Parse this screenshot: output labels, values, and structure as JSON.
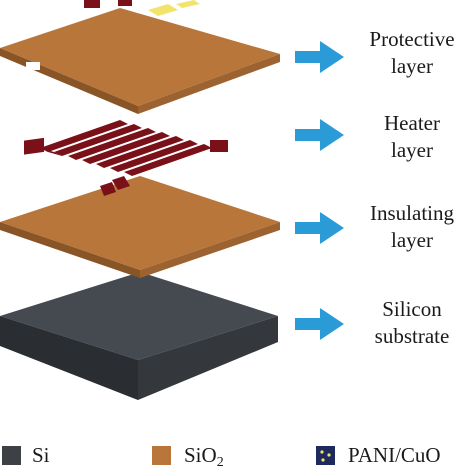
{
  "layers": [
    {
      "id": "protective",
      "line1": "Protective",
      "line2": "layer"
    },
    {
      "id": "heater",
      "line1": "Heater",
      "line2": "layer"
    },
    {
      "id": "insulating",
      "line1": "Insulating",
      "line2": "layer"
    },
    {
      "id": "silicon",
      "line1": "Silicon",
      "line2": "substrate"
    }
  ],
  "legend": {
    "si": "Si",
    "sio2_base": "SiO",
    "sio2_sub": "2",
    "pani_cuo": "PANI/CuO"
  },
  "colors": {
    "sio2": "#b8763a",
    "silicon": "#3d4146",
    "heater": "#7a1018",
    "pani_cuo": "#f2e46a",
    "arrow": "#2b9bd8"
  }
}
